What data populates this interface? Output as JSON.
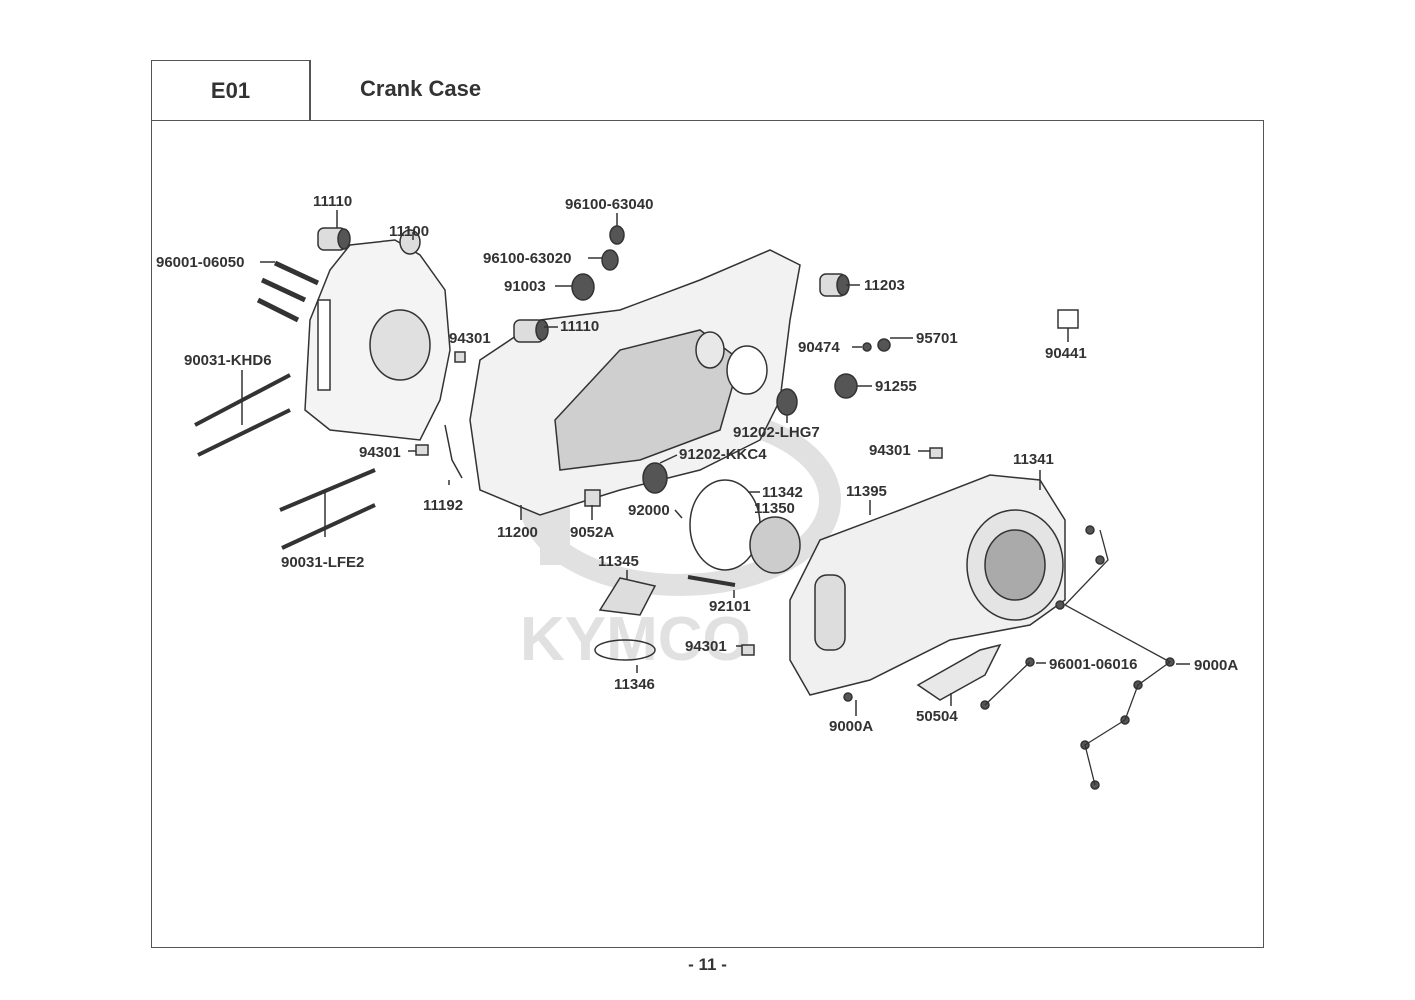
{
  "header": {
    "section_code": "E01",
    "section_title": "Crank Case"
  },
  "watermark": {
    "brand": "KYMCO"
  },
  "parts": {
    "p11110a": "11110",
    "p11100": "11100",
    "p96001_06050": "96001-06050",
    "p90031_khd6": "90031-KHD6",
    "p94301a": "94301",
    "p94301b": "94301",
    "p11192": "11192",
    "p90031_lfe2": "90031-LFE2",
    "p11200": "11200",
    "p9052a": "9052A",
    "p96100_63040": "96100-63040",
    "p96100_63020": "96100-63020",
    "p91003": "91003",
    "p11110b": "11110",
    "p11203": "11203",
    "p90474": "90474",
    "p95701": "95701",
    "p91255": "91255",
    "p90441": "90441",
    "p91202_lhg7": "91202-LHG7",
    "p91202_kkc4": "91202-KKC4",
    "p94301c": "94301",
    "p11341": "11341",
    "p11342": "11342",
    "p11350": "11350",
    "p92000": "92000",
    "p11395": "11395",
    "p11345": "11345",
    "p92101": "92101",
    "p94301d": "94301",
    "p11346": "11346",
    "p96001_06016": "96001-06016",
    "p9000a_right": "9000A",
    "p9000a_bottom": "9000A",
    "p50504": "50504"
  },
  "footer": {
    "page_number": "- 11 -"
  }
}
